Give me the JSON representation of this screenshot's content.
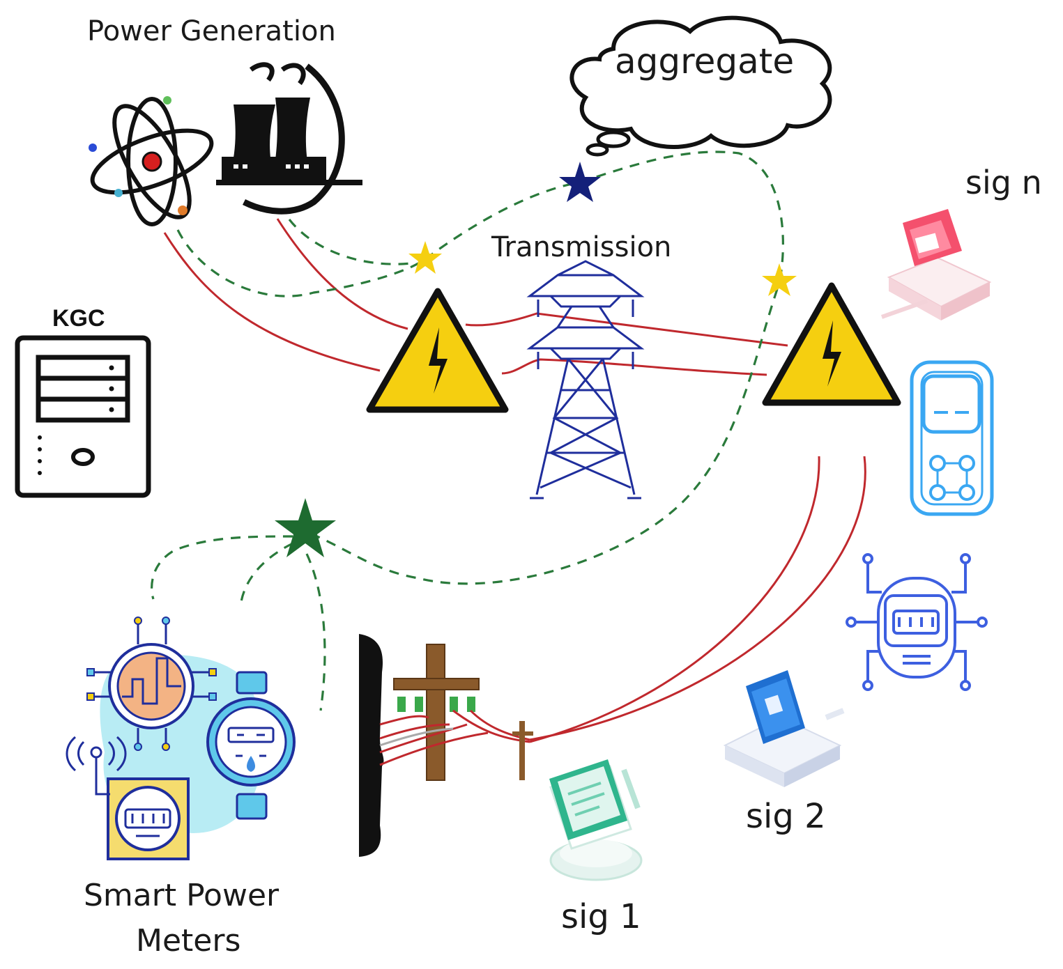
{
  "labels": {
    "power_generation": "Power Generation",
    "aggregate": "aggregate",
    "transmission": "Transmission",
    "kgc": "KGC",
    "sig_n": "sig n",
    "sig_2": "sig 2",
    "sig_1": "sig 1",
    "smart_meters_line1": "Smart Power",
    "smart_meters_line2": "Meters"
  },
  "colors": {
    "power_line": "#c0282d",
    "signature_path": "#2a7a3b",
    "warning_fill": "#f5cf10",
    "tower": "#1f2e9c",
    "star_gold": "#f5cf10",
    "star_navy": "#14207a",
    "star_green": "#1e6b30",
    "device_blue": "#3aa7f2",
    "meter_blue": "#3d5fe0"
  },
  "icons": [
    "atom-icon",
    "power-plant-icon",
    "kgc-server-icon",
    "warning-high-voltage-icon",
    "transmission-tower-icon",
    "desktop-device-icon",
    "handheld-device-icon",
    "robot-meter-icon",
    "tablet-device-icon",
    "notebook-device-icon",
    "smart-meter-icon",
    "water-meter-icon",
    "utility-pole-icon",
    "thought-cloud-icon"
  ]
}
